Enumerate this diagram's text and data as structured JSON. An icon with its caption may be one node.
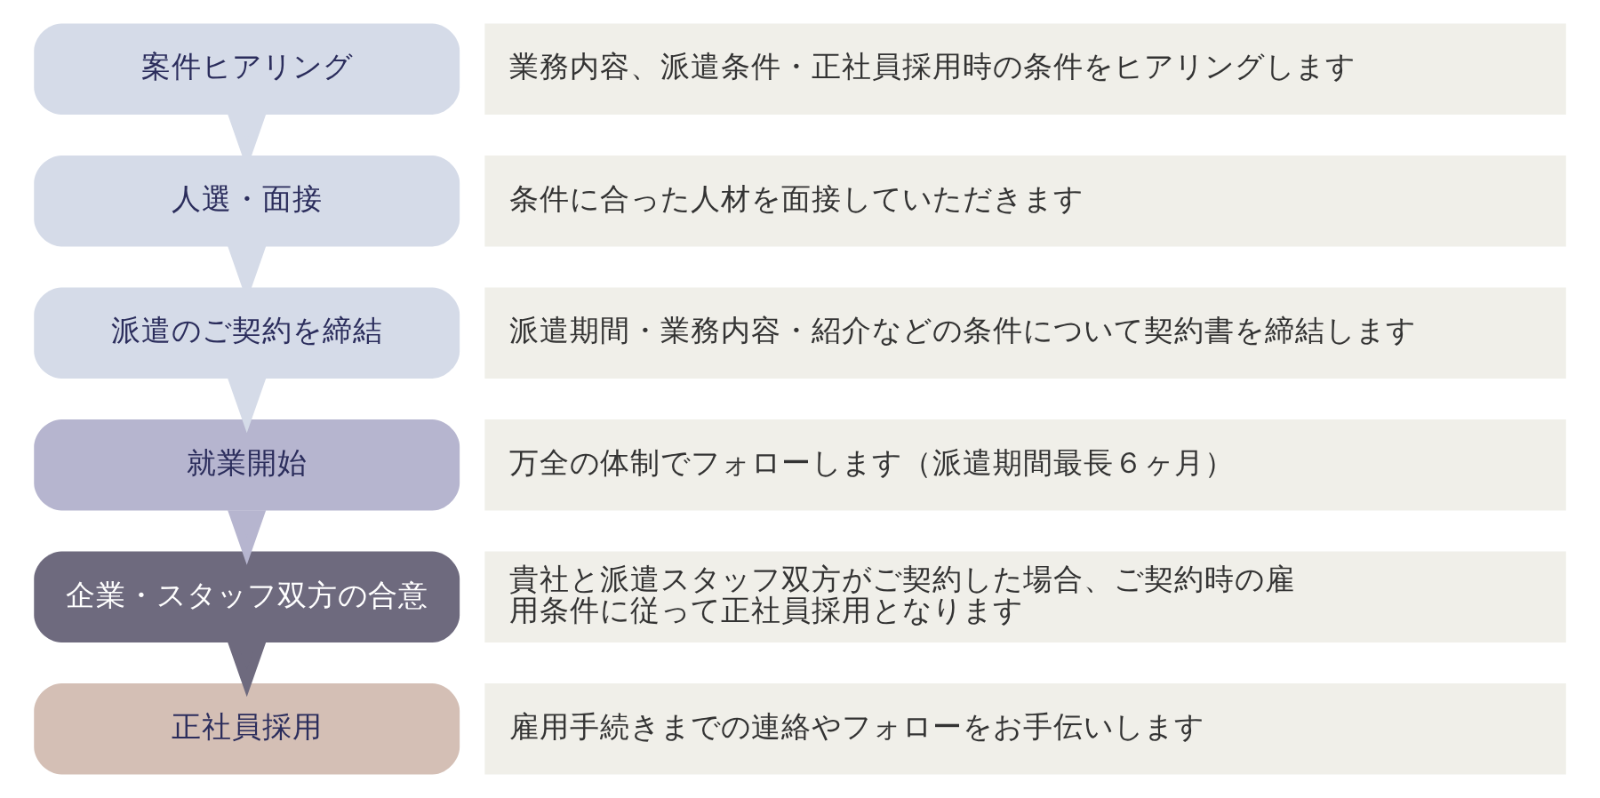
{
  "diagram": {
    "nodes": [
      {
        "text": [
          "案件ヒアリング"
        ]
      },
      {
        "text": [
          "業務内容、派遣条件・正社員採用時の条件をヒアリングします"
        ]
      },
      {
        "text": [
          "人選・面接"
        ]
      },
      {
        "text": [
          "条件に合った人材を面接していただきます"
        ]
      },
      {
        "text": [
          "派遣のご契約を締結"
        ]
      },
      {
        "text": [
          "派遣期間・業務内容・紹介などの条件について契約書を締結します"
        ]
      },
      {
        "text": [
          "就業開始"
        ]
      },
      {
        "text": [
          "万全の体制でフォローします（派遣期間最長６ヶ月）"
        ]
      },
      {
        "text": [
          "企業・スタッフ双方の合意"
        ]
      },
      {
        "text": [
          "貴社と派遣スタッフ双方がご契約した場合、ご契約時の雇用条件に従って正社員採用となります"
        ]
      },
      {
        "text": [
          "正社員採用"
        ]
      },
      {
        "text": [
          "雇用手続きまでの連絡やフォローをお手伝いします"
        ]
      }
    ],
    "edges": [
      {
        "from": 0,
        "to": 2,
        "arrow": "to"
      },
      {
        "from": 2,
        "to": 4,
        "arrow": "to"
      },
      {
        "from": 4,
        "to": 6,
        "arrow": "to"
      },
      {
        "from": 6,
        "to": 8,
        "arrow": "to",
        "color": "#b6b5cf"
      },
      {
        "from": 8,
        "to": 10,
        "arrow": "to",
        "color": "#6e6a7e"
      }
    ]
  }
}
